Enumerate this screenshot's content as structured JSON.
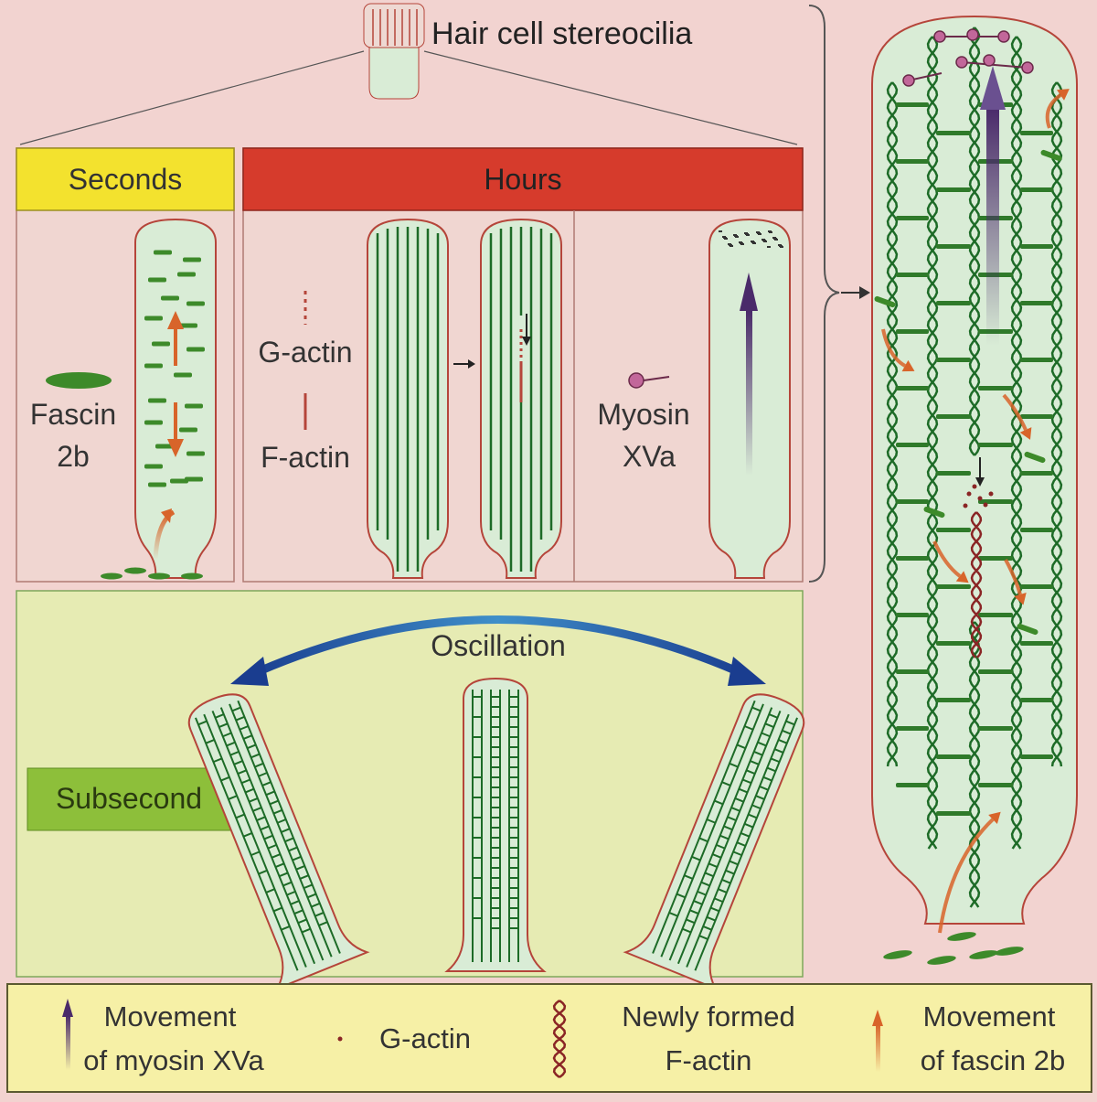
{
  "header": {
    "title": "Hair cell stereocilia"
  },
  "panels": {
    "seconds": {
      "label": "Seconds",
      "fascin_label_1": "Fascin",
      "fascin_label_2": "2b"
    },
    "hours": {
      "label": "Hours",
      "g_actin_label": "G-actin",
      "f_actin_label": "F-actin",
      "myosin_label_1": "Myosin",
      "myosin_label_2": "XVa"
    },
    "subsecond": {
      "label": "Subsecond",
      "oscillation_label": "Oscillation"
    }
  },
  "legend": {
    "myosin_line1": "Movement",
    "myosin_line2": "of myosin XVa",
    "g_actin": "G-actin",
    "factin_line1": "Newly formed",
    "factin_line2": "F-actin",
    "fascin_line1": "Movement",
    "fascin_line2": "of fascin 2b"
  },
  "colors": {
    "background": "#f2d3d0",
    "seconds_header": "#f3e22e",
    "hours_header": "#d63b2c",
    "subsecond_panel": "#e6ebb3",
    "subsecond_tag": "#8dbf3a",
    "legend_bg": "#f6f0a6",
    "stereocilium_fill": "#d9ecd6",
    "stereocilium_outline": "#b5453a",
    "actin_green": "#1d6b27",
    "fascin_green": "#3d8a2a",
    "fascin_arrow": "#d8642a",
    "myosin_arrow": "#4a2a6a",
    "new_factin": "#8a2525"
  }
}
